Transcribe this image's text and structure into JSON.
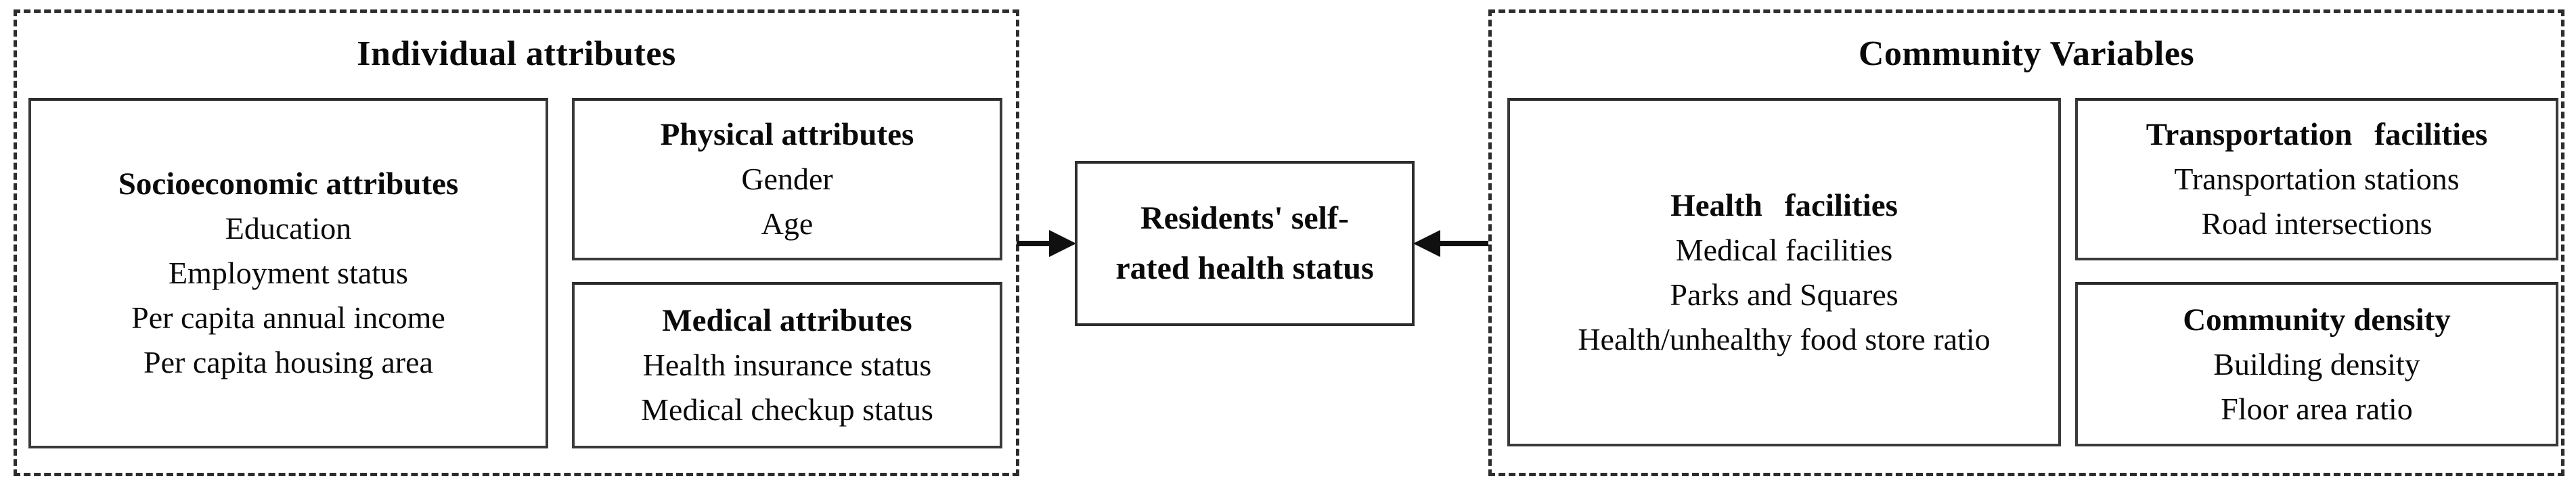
{
  "individual": {
    "title": "Individual attributes",
    "socioeconomic": {
      "title": "Socioeconomic attributes",
      "items": [
        "Education",
        "Employment status",
        "Per capita annual income",
        "Per capita housing area"
      ]
    },
    "physical": {
      "title": "Physical attributes",
      "items": [
        "Gender",
        "Age"
      ]
    },
    "medical": {
      "title": "Medical attributes",
      "items": [
        "Health insurance status",
        "Medical checkup status"
      ]
    }
  },
  "outcome": {
    "label": "Residents' self-rated health status",
    "line1": "Residents' self-",
    "line2": "rated health status"
  },
  "community": {
    "title": "Community Variables",
    "health": {
      "title": "Health facilities",
      "items": [
        "Medical facilities",
        "Parks and Squares",
        "Health/unhealthy food store ratio"
      ]
    },
    "transportation": {
      "title": "Transportation facilities",
      "items": [
        "Transportation stations",
        "Road intersections"
      ]
    },
    "density": {
      "title": "Community density",
      "items": [
        "Building density",
        "Floor area ratio"
      ]
    }
  },
  "colors": {
    "line": "#101010",
    "inner_border": "#3a3a3a",
    "dashed_border": "#2d2d2d",
    "text": "#0a0a0a",
    "background": "#ffffff"
  }
}
